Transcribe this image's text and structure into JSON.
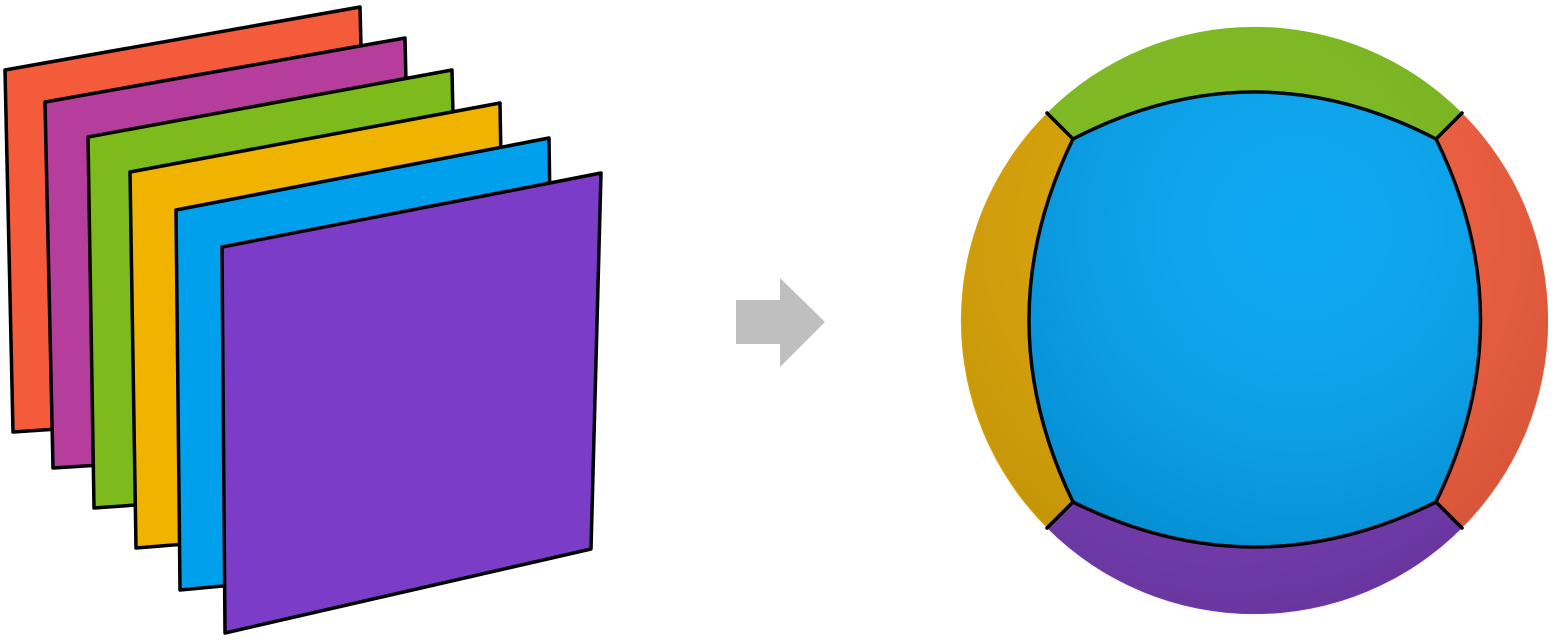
{
  "planes": [
    {
      "name": "red",
      "color": "#f35b3a"
    },
    {
      "name": "magenta",
      "color": "#b53d9c"
    },
    {
      "name": "green",
      "color": "#7cbb1b"
    },
    {
      "name": "yellow",
      "color": "#f0b400"
    },
    {
      "name": "blue",
      "color": "#00a0ec"
    },
    {
      "name": "purple",
      "color": "#7b3dc8"
    }
  ],
  "arrow": {
    "color": "#bfbfbf"
  },
  "sphere": {
    "face_color": "#00a3f2",
    "top_color": "#7cbb1b",
    "right_color": "#f35b3a",
    "bottom_color": "#7337b3",
    "left_color": "#d8a100"
  },
  "outline_color": "#000000"
}
